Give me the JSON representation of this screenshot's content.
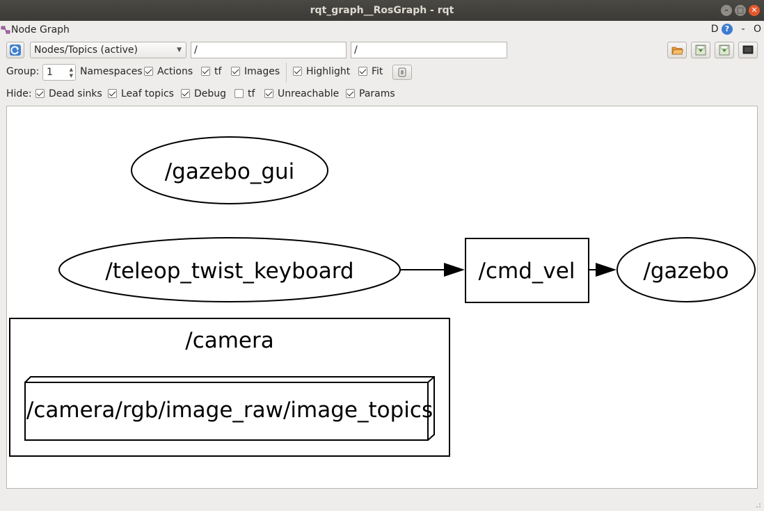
{
  "window": {
    "title": "rqt_graph__RosGraph - rqt",
    "controls": {
      "minimize": "–",
      "maximize": "□",
      "close": "✕"
    }
  },
  "dock": {
    "title": "Node Graph",
    "right_letter": "D",
    "help_glyph": "?",
    "minimize_glyph": "-",
    "close_glyph": "O"
  },
  "toolbar": {
    "mode": "Nodes/Topics (active)",
    "node_filter": "/",
    "topic_filter": "/",
    "icons": [
      "refresh-icon",
      "open-folder-icon",
      "save-dot-icon",
      "save-image-icon",
      "screenshot-icon"
    ]
  },
  "options": {
    "group_label": "Group:",
    "group_value": "1",
    "checks": [
      {
        "label": "Namespaces",
        "checked": false
      },
      {
        "label": "Actions",
        "checked": true
      },
      {
        "label": "tf",
        "checked": true
      },
      {
        "label": "Images",
        "checked": true
      },
      {
        "label": "Highlight",
        "checked": true
      },
      {
        "label": "Fit",
        "checked": true
      }
    ]
  },
  "hide": {
    "label": "Hide:",
    "checks": [
      {
        "label": "Dead sinks",
        "checked": true
      },
      {
        "label": "Leaf topics",
        "checked": true
      },
      {
        "label": "Debug",
        "checked": true
      },
      {
        "label": "tf",
        "checked": false
      },
      {
        "label": "Unreachable",
        "checked": true
      },
      {
        "label": "Params",
        "checked": true
      }
    ]
  },
  "graph": {
    "nodes": [
      {
        "id": "gazebo_gui",
        "label": "/gazebo_gui",
        "shape": "ellipse"
      },
      {
        "id": "teleop",
        "label": "/teleop_twist_keyboard",
        "shape": "ellipse"
      },
      {
        "id": "cmd_vel",
        "label": "/cmd_vel",
        "shape": "box"
      },
      {
        "id": "gazebo",
        "label": "/gazebo",
        "shape": "ellipse"
      },
      {
        "id": "image_topics",
        "label": "/camera/rgb/image_raw/image_topics",
        "shape": "box3d"
      }
    ],
    "clusters": [
      {
        "id": "camera",
        "label": "/camera"
      }
    ],
    "edges": [
      {
        "from": "teleop",
        "to": "cmd_vel"
      },
      {
        "from": "cmd_vel",
        "to": "gazebo"
      }
    ]
  }
}
